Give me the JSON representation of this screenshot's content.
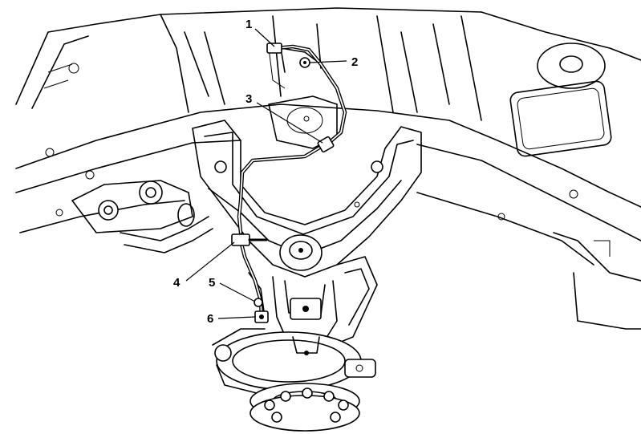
{
  "diagram": {
    "callouts": [
      {
        "id": 1,
        "label": "1"
      },
      {
        "id": 2,
        "label": "2"
      },
      {
        "id": 3,
        "label": "3"
      },
      {
        "id": 4,
        "label": "4"
      },
      {
        "id": 5,
        "label": "5"
      },
      {
        "id": 6,
        "label": "6"
      }
    ]
  }
}
